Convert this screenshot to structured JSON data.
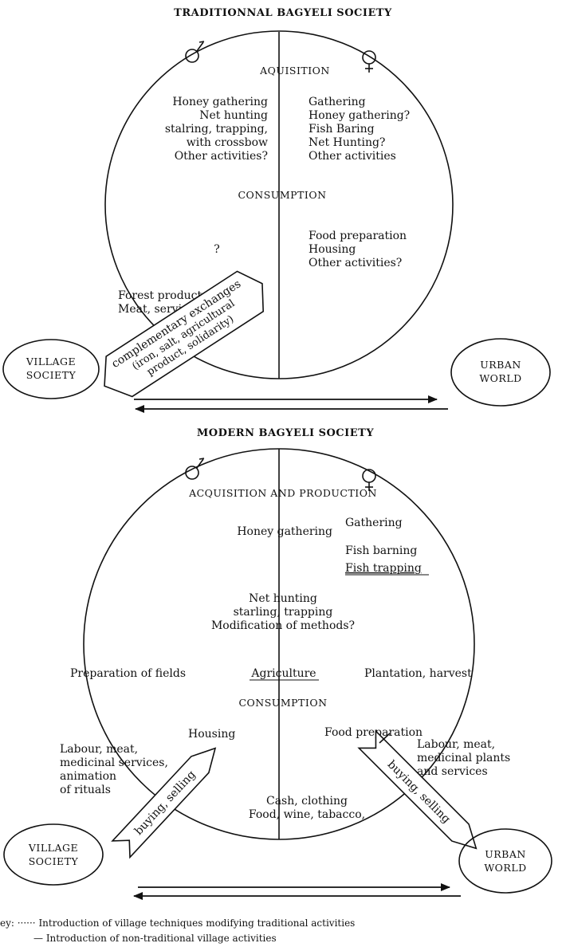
{
  "traditional": {
    "title": "TRADITIONNAL BAGYELI SOCIETY",
    "male_symbol": "♂",
    "female_symbol": "♀",
    "acquisition_label": "AQUISITION",
    "male_acquisition": [
      "Honey gathering",
      "Net hunting",
      "stalring, trapping,",
      "with crossbow",
      "Other activities?"
    ],
    "female_acquisition": [
      "Gathering",
      "Honey gathering?",
      "Fish Baring",
      "Net Hunting?",
      "Other activities"
    ],
    "consumption_label": "CONSUMPTION",
    "female_consumption": [
      "Food preparation",
      "Housing",
      "Other activities?"
    ],
    "male_consumption": "?",
    "village_flow": [
      "Forest product,",
      "Meat, services"
    ],
    "exchange_arrow": [
      "complementary exchanges",
      "(iron, salt, agricultural",
      "product, solidarity)"
    ],
    "village_society": [
      "VILLAGE",
      "SOCIETY"
    ],
    "urban_world": [
      "URBAN",
      "WORLD"
    ]
  },
  "modern": {
    "title": "MODERN BAGYELI SOCIETY",
    "male_symbol": "♂",
    "female_symbol": "♀",
    "acquisition_label": "ACQUISITION AND PRODUCTION",
    "male_honey": "Honey gathering",
    "female_activities": [
      "Gathering",
      "Fish barning"
    ],
    "fish_trapping": "Fish trapping",
    "hunting": [
      "Net hunting",
      "starling, trapping",
      "Modification of methods?"
    ],
    "preparation_fields": "Preparation of fields",
    "agriculture": "Agriculture",
    "plantation": "Plantation, harvest",
    "consumption_label": "CONSUMPTION",
    "housing": "Housing",
    "food_preparation": "Food preparation",
    "village_flow": [
      "Labour, meat,",
      "medicinal services,",
      "animation",
      "of rituals"
    ],
    "urban_flow": [
      "Labour, meat,",
      "medicinal plants",
      "and services"
    ],
    "buying_left": "buying, selling",
    "buying_right": "buying, selling",
    "cash_items": [
      "Cash, clothing",
      "Food, wine, tabacco,"
    ],
    "village_society": [
      "VILLAGE",
      "SOCIETY"
    ],
    "urban_world": [
      "URBAN",
      "WORLD"
    ]
  },
  "key": {
    "line1": "ey: ······ Introduction of village techniques modifying traditional activities",
    "line2": "— Introduction of non-traditional village activities"
  }
}
